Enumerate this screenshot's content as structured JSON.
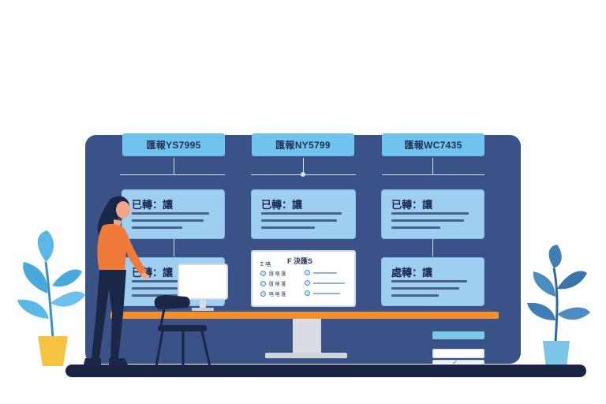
{
  "board": {
    "columns": [
      {
        "header": "匯報YS7995",
        "card_top_title": "已轉：讓",
        "card_bottom_title": "已轉：讓"
      },
      {
        "header": "匯報NY5799",
        "card_top_title": "已轉：讓"
      },
      {
        "header": "匯報WC7435",
        "card_top_title": "已轉：讓",
        "card_bottom_title": "處轉：讓"
      }
    ]
  },
  "popup": {
    "title": "F 決匯S",
    "subtitle": "Σ 咯",
    "rows": [
      {
        "label": "匯 咯 匯",
        "checked": true
      },
      {
        "label": "匯 咯 匯",
        "checked": true
      },
      {
        "label": "咯 咯 匯",
        "checked": true
      }
    ]
  },
  "colors": {
    "board": "#3a5288",
    "header": "#6fc3ec",
    "card": "#9ecff0",
    "desk": "#f3902a",
    "floor": "#182444",
    "plant_left": "#5ab7e6",
    "plant_right": "#3f7db4",
    "shirt": "#f07a3a"
  },
  "icons": {
    "person": "woman-standing-illustration",
    "monitor": "desktop-monitor-icon",
    "chair": "office-chair-icon",
    "plant_left": "potted-plant-icon",
    "plant_right": "potted-plant-icon",
    "books": "book-stack-icon"
  }
}
